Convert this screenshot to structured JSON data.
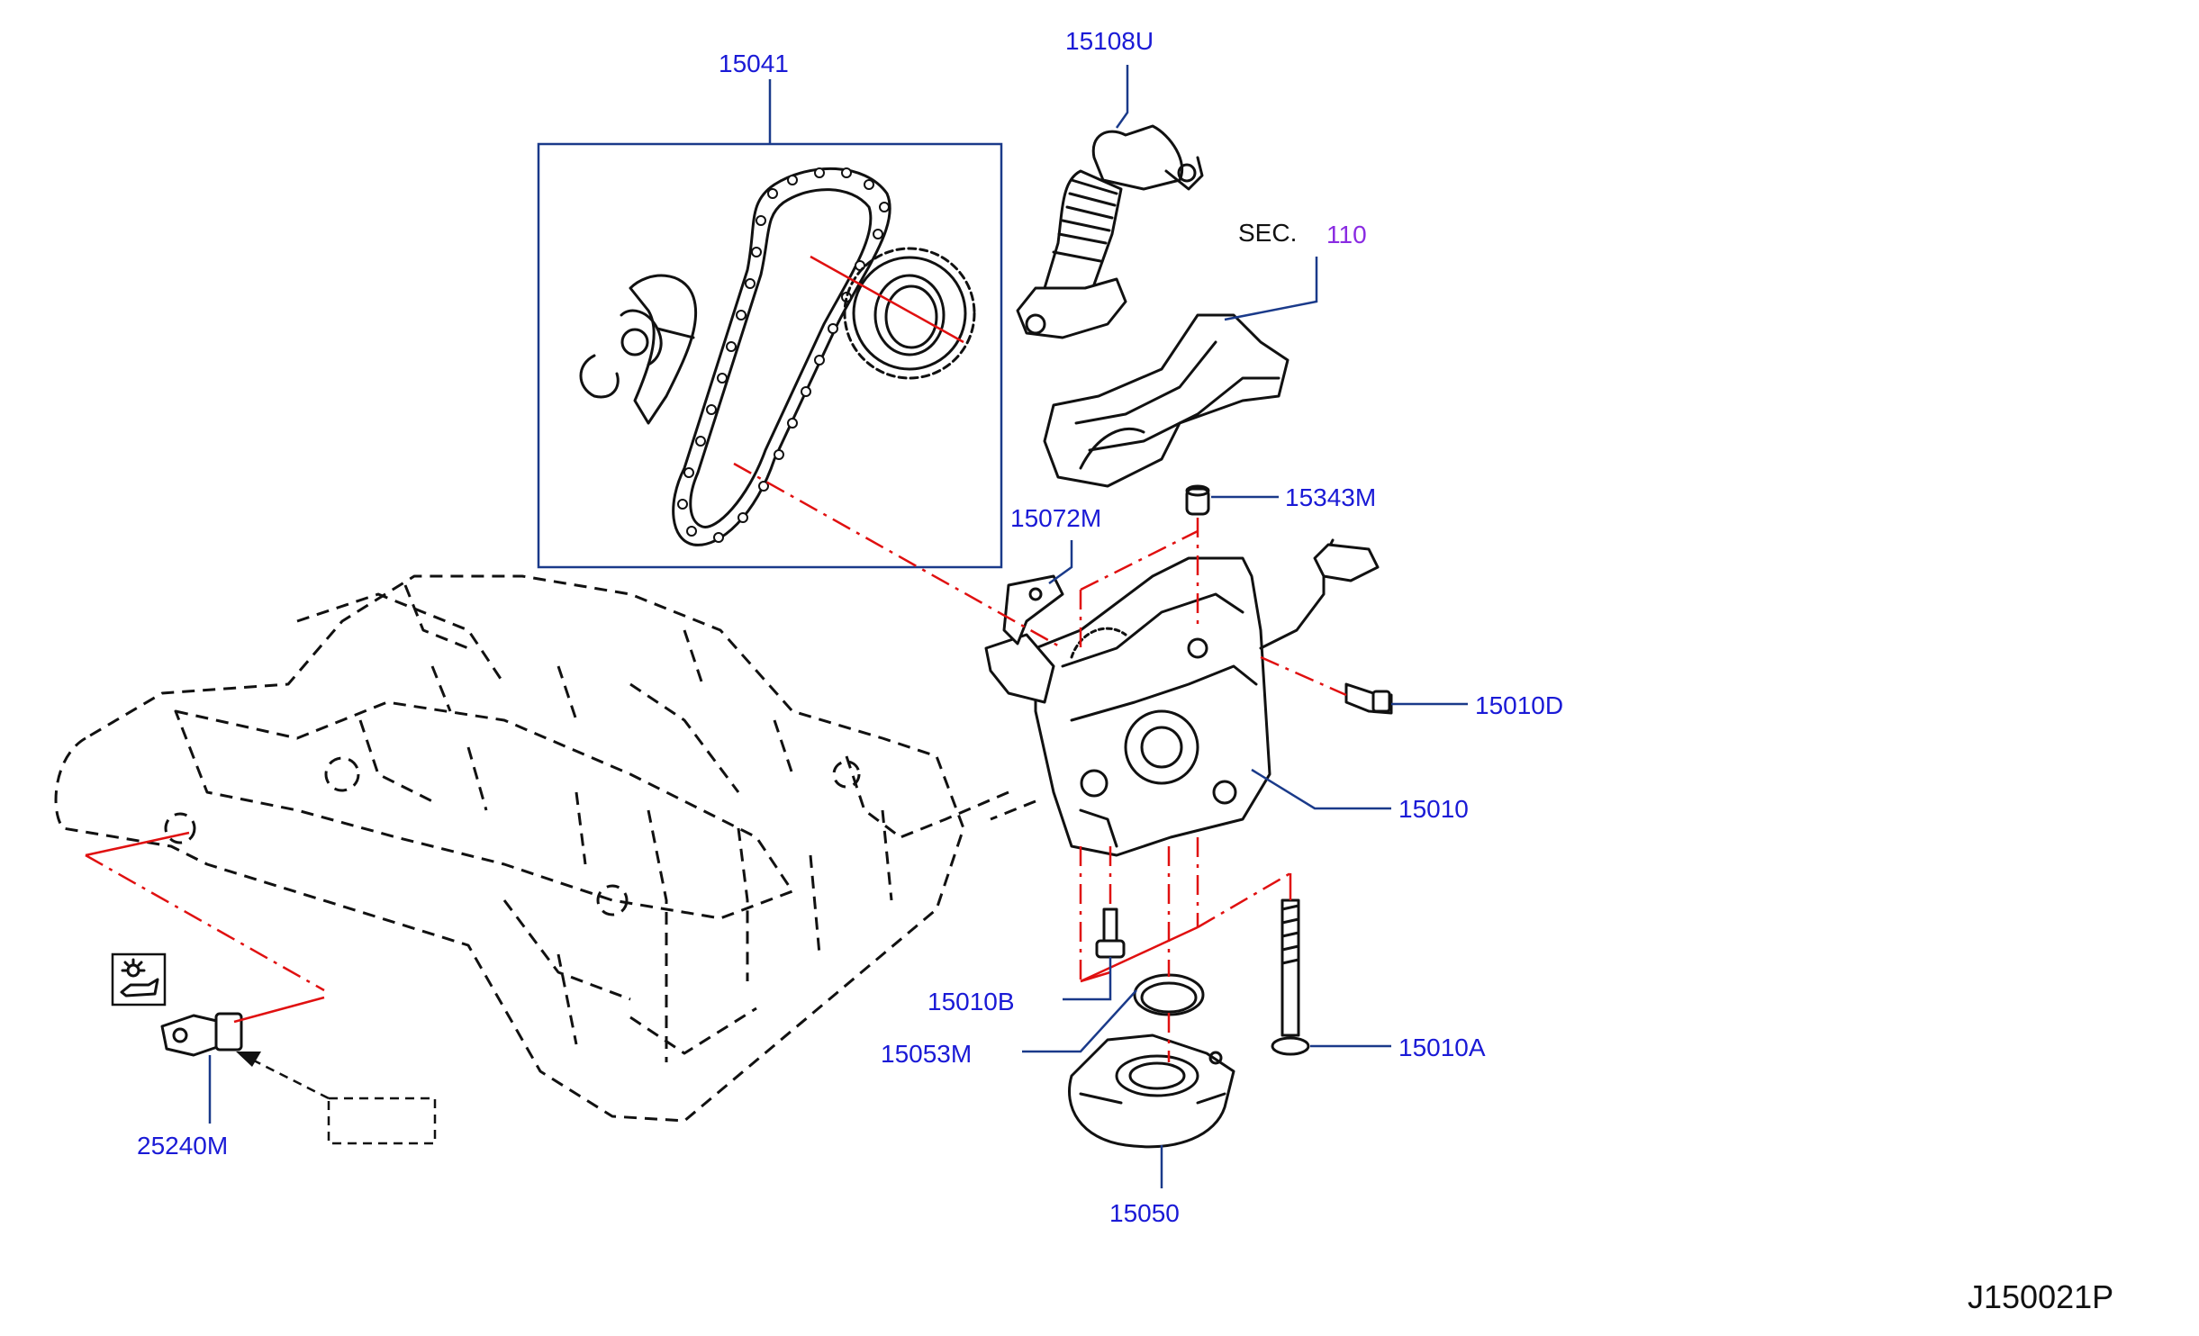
{
  "diagram_code": "J150021P",
  "section_ref": {
    "prefix": "SEC.",
    "number": "110"
  },
  "labels": {
    "p15041": "15041",
    "p15108U": "15108U",
    "p15343M": "15343M",
    "p15072M": "15072M",
    "p15010D": "15010D",
    "p15010": "15010",
    "p15010B": "15010B",
    "p15053M": "15053M",
    "p15010A": "15010A",
    "p15050": "15050",
    "p25240M": "25240M"
  },
  "icons": {
    "oil_warning": "oil-pressure-warning-icon"
  },
  "colors": {
    "part_number": "#1a1ad6",
    "section_number": "#8a2be2",
    "leader": "#1a3a8a",
    "alignment_line": "#e01010",
    "outline": "#111111"
  }
}
